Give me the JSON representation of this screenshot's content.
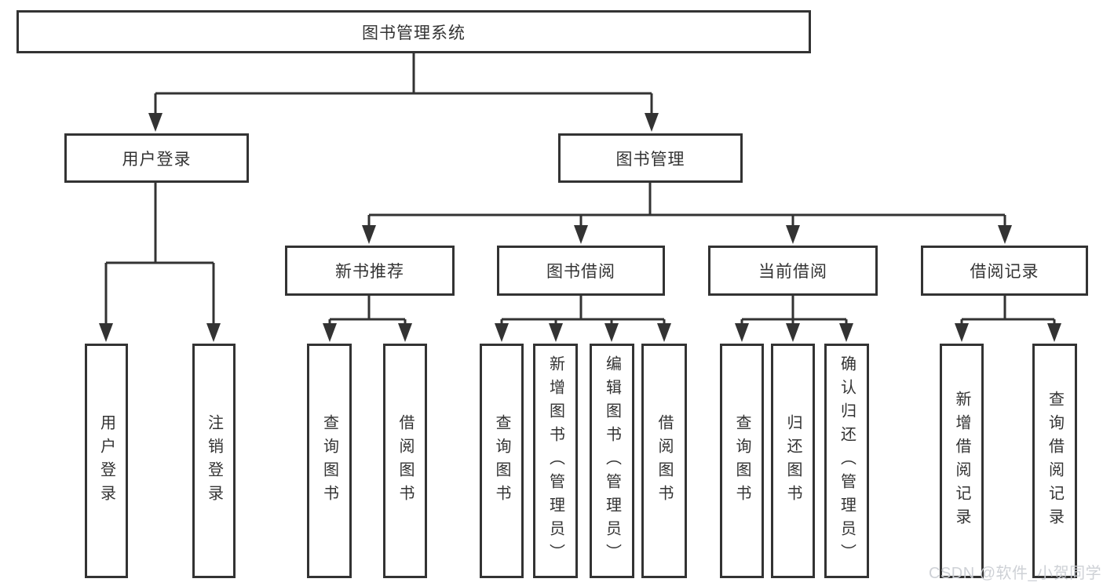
{
  "colors": {
    "line": "#333333",
    "text": "#333333",
    "background": "#ffffff",
    "watermark_gray": "#cbcfd4"
  },
  "tree": {
    "root": {
      "label": "图书管理系统"
    },
    "branches": [
      {
        "label": "用户登录",
        "children": [
          {
            "label": "用户登录"
          },
          {
            "label": "注销登录"
          }
        ]
      },
      {
        "label": "图书管理",
        "children": [
          {
            "label": "新书推荐",
            "children": [
              {
                "label": "查询图书"
              },
              {
                "label": "借阅图书"
              }
            ]
          },
          {
            "label": "图书借阅",
            "children": [
              {
                "label": "查询图书"
              },
              {
                "label": "新增图书（管理员）"
              },
              {
                "label": "编辑图书（管理员）"
              },
              {
                "label": "借阅图书"
              }
            ]
          },
          {
            "label": "当前借阅",
            "children": [
              {
                "label": "查询图书"
              },
              {
                "label": "归还图书"
              },
              {
                "label": "确认归还（管理员）"
              }
            ]
          },
          {
            "label": "借阅记录",
            "children": [
              {
                "label": "新增借阅记录"
              },
              {
                "label": "查询借阅记录"
              }
            ]
          }
        ]
      }
    ]
  },
  "watermark": {
    "text": "CSDN @软件_小贺同学"
  }
}
